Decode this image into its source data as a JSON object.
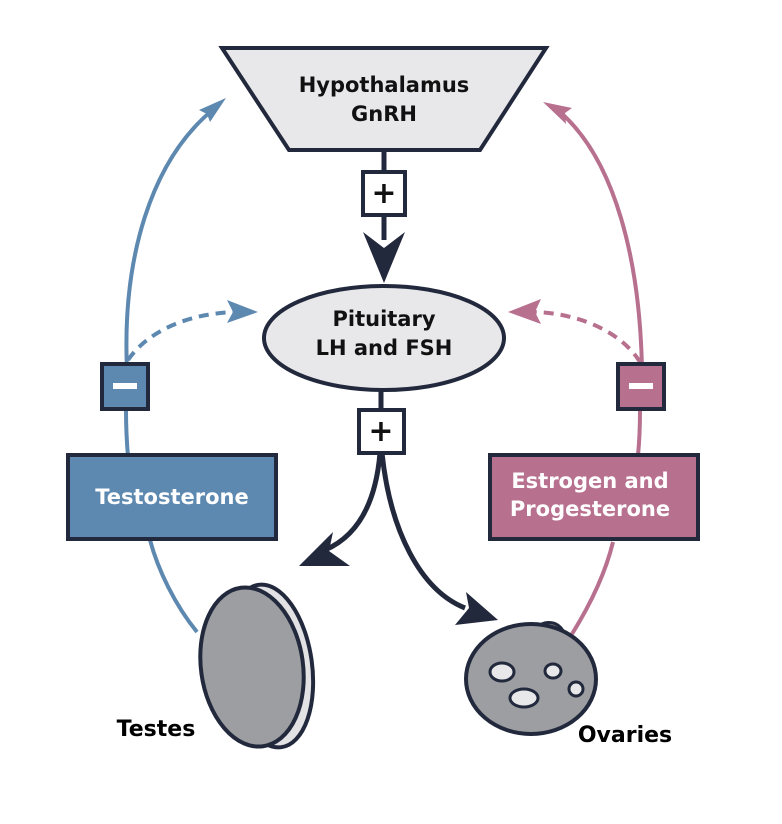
{
  "title": "Hypothalamic-pituitary-gonadal axis",
  "colors": {
    "male": "#5d88b0",
    "female": "#b8708f",
    "dark": "#23293d",
    "gland_fill": "#e8e8ea",
    "organ_fill": "#9c9ea2"
  },
  "nodes": {
    "hypothalamus": {
      "line1": "Hypothalamus",
      "line2": "GnRH"
    },
    "pituitary": {
      "line1": "Pituitary",
      "line2": "LH and FSH"
    },
    "testosterone": {
      "label": "Testosterone"
    },
    "estrogen": {
      "line1": "Estrogen and",
      "line2": "Progesterone"
    },
    "testes": {
      "label": "Testes"
    },
    "ovaries": {
      "label": "Ovaries"
    }
  },
  "signs": {
    "stimulate": "+",
    "inhibit": "−"
  }
}
